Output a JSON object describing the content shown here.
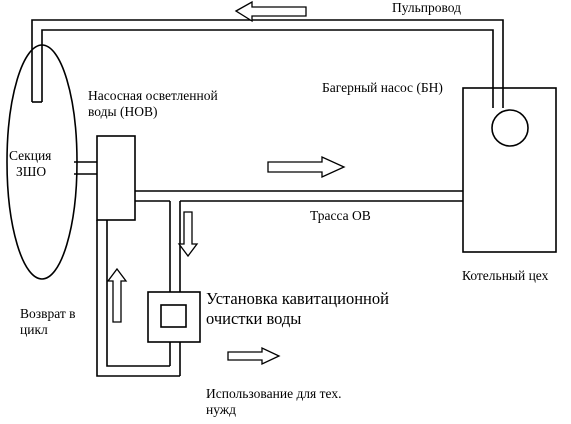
{
  "labels": {
    "pipeline": "Пульпровод",
    "pump_title": "Насосная осветленной",
    "pump_code": "воды (НОВ)",
    "dredge_pump": "Багерный насос (БН)",
    "section_1": "Секция",
    "section_2": "ЗШО",
    "route": "Трасса ОВ",
    "boiler": "Котельный цех",
    "return_1": "Возврат в",
    "return_2": "цикл",
    "install_1": "Установка кавитационной",
    "install_2": "очистки воды",
    "usage_1": "Использование для тех.",
    "usage_2": "нужд"
  },
  "colors": {
    "line": "#000000",
    "arrow_fill": "#ffffff"
  }
}
